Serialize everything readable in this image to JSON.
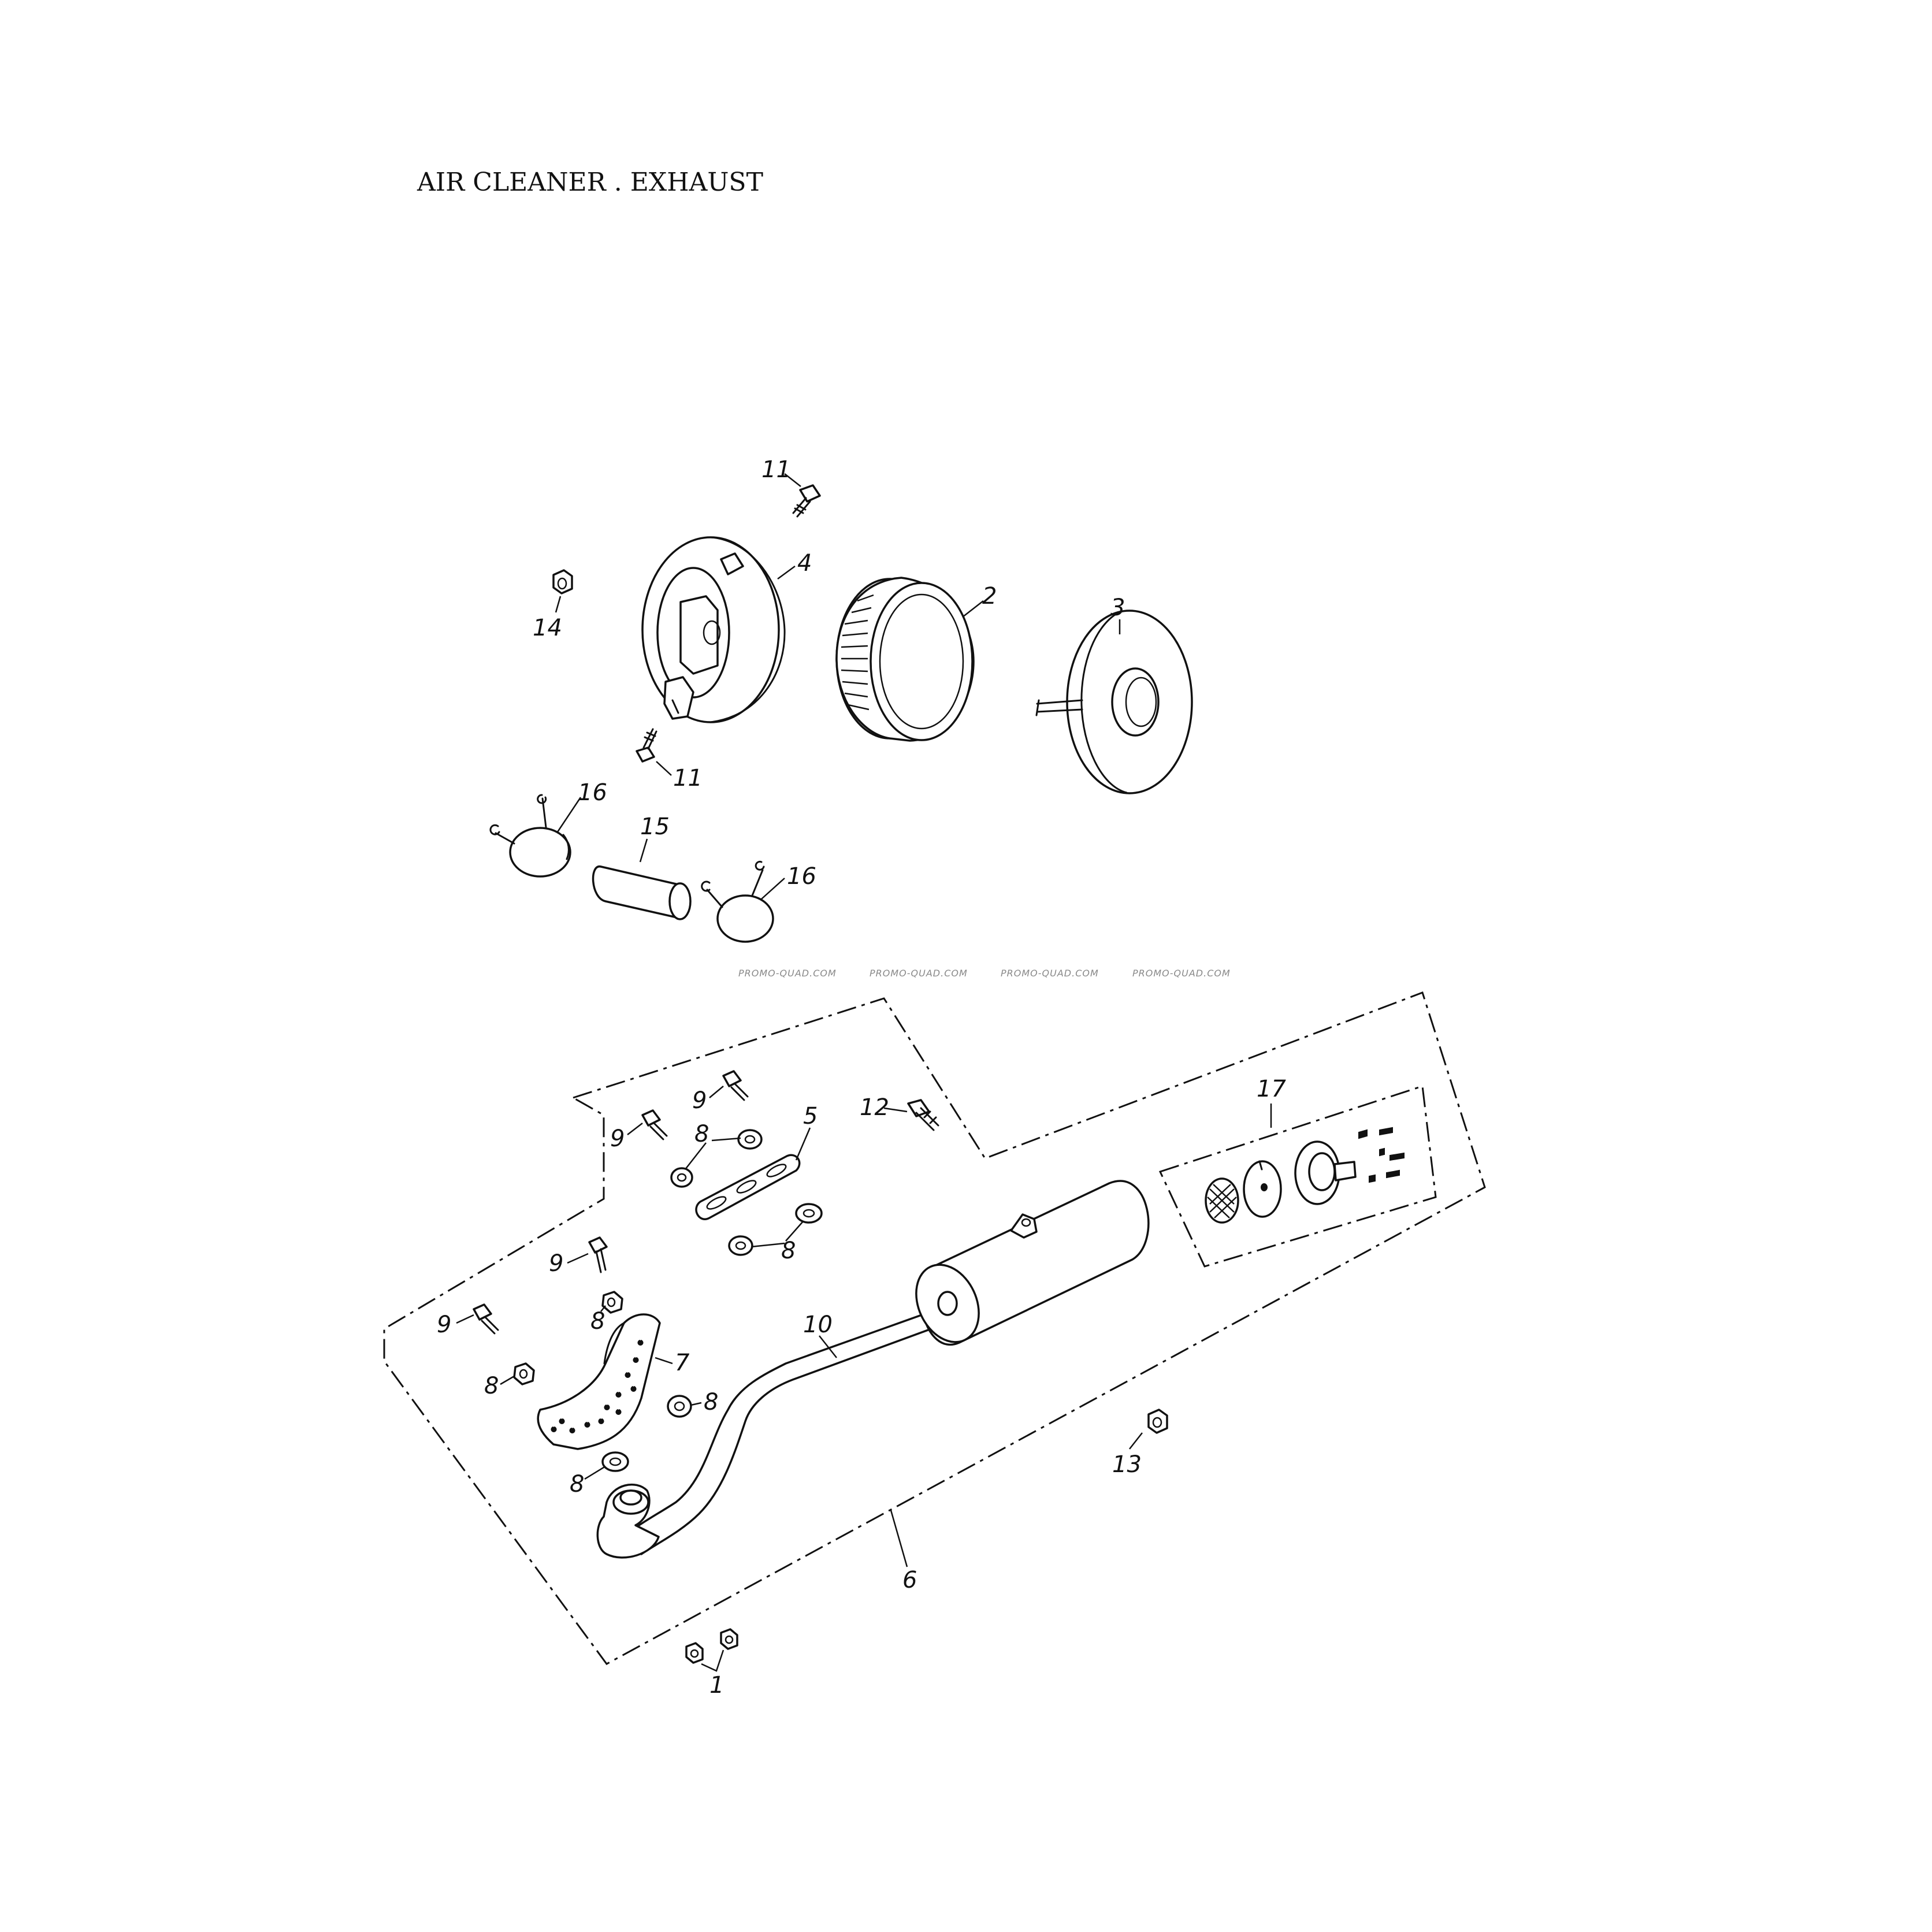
{
  "title": "AIR CLEANER . EXHAUST",
  "watermark": "PROMO-QUAD.COM",
  "callouts": {
    "c1": "1",
    "c2": "2",
    "c3": "3",
    "c4": "4",
    "c5": "5",
    "c6": "6",
    "c7": "7",
    "c8": "8",
    "c9": "9",
    "c10": "10",
    "c11": "11",
    "c12": "12",
    "c13": "13",
    "c14": "14",
    "c15": "15",
    "c16": "16",
    "c17": "17"
  }
}
